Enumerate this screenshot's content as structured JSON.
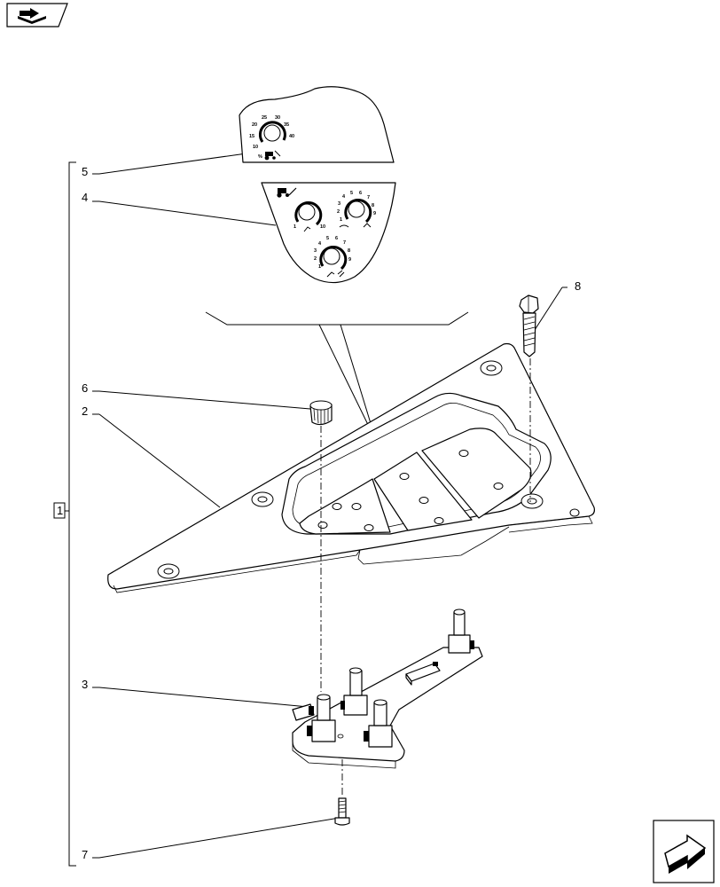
{
  "callouts": {
    "group": "1",
    "base_panel": "2",
    "circuit_board": "3",
    "decal_lower": "4",
    "decal_upper": "5",
    "knob": "6",
    "screw": "7",
    "bolt": "8"
  },
  "decal_upper": {
    "dial": [
      "10",
      "15",
      "20",
      "25",
      "30",
      "35",
      "40"
    ],
    "symbol": "%"
  },
  "decal_lower": {
    "dial_a": [
      "1",
      "10"
    ],
    "dial_b": [
      "1",
      "2",
      "3",
      "4",
      "5",
      "6",
      "7",
      "8",
      "9"
    ],
    "dial_c": [
      "1",
      "2",
      "3",
      "4",
      "5",
      "6",
      "7",
      "8",
      "9"
    ]
  },
  "icons": {
    "top_left": "book-arrow-icon",
    "bottom_right": "next-page-arrow-icon"
  }
}
